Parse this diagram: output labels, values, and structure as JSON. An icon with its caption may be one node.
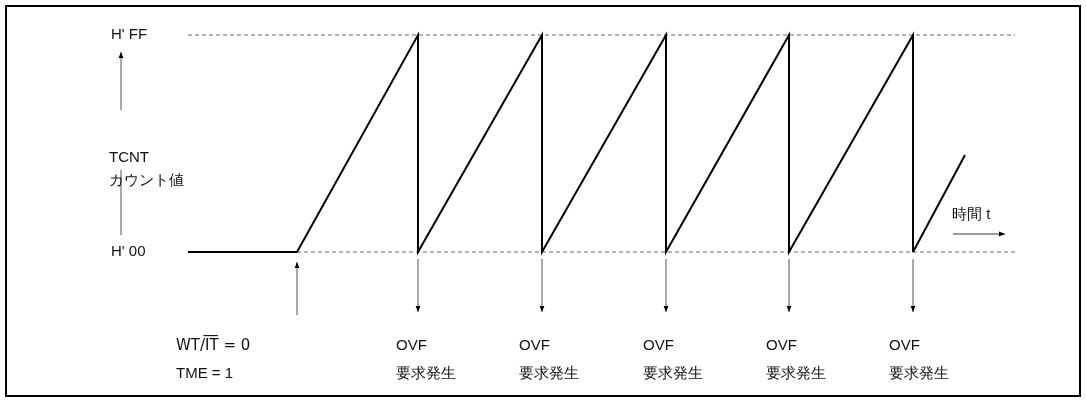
{
  "diagram": {
    "labels": [
      "H' FF",
      "TCNT",
      "カウント値",
      "時間 t",
      "H' 00",
      "WT/I̅T̅ = 0",
      "TME = 1",
      "OVF",
      "要求発生",
      "OVF",
      "要求発生",
      "OVF",
      "要求発生",
      "OVF",
      "要求発生",
      "OVF",
      "要求発生"
    ]
  }
}
